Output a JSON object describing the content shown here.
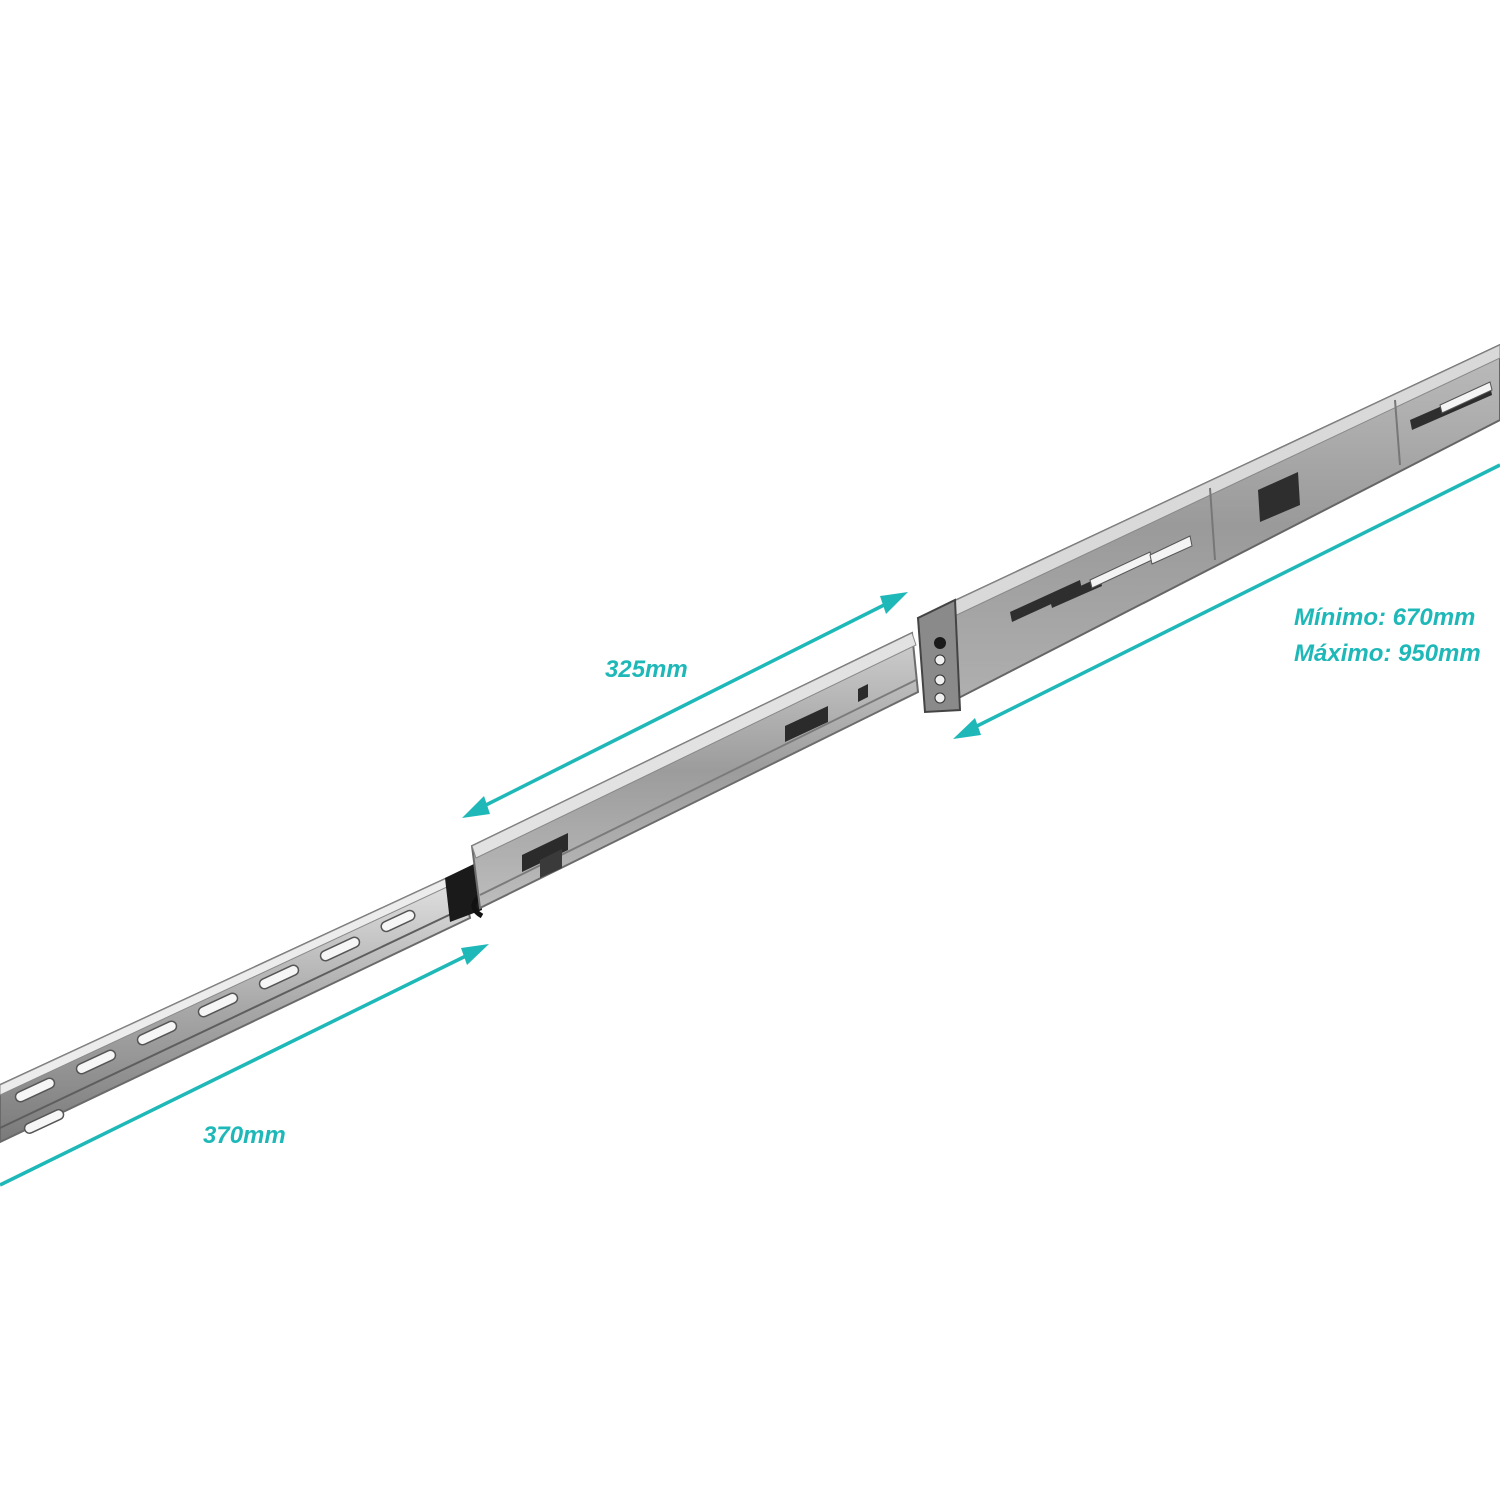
{
  "colors": {
    "accent": "#1fb8b8",
    "rail_light": "#d6d6d6",
    "rail_mid": "#b9b9b9",
    "rail_dark": "#8e8e8e",
    "rail_shadow": "#6a6a6a",
    "slot": "#4a4a4a",
    "black": "#1a1a1a",
    "background": "#ffffff"
  },
  "dimensions": {
    "inner_length": "370mm",
    "middle_length": "325mm",
    "outer_min": "Mínimo: 670mm",
    "outer_max": "Máximo: 950mm"
  },
  "icons": [
    "arrow-double-icon",
    "rail-bracket-icon"
  ]
}
